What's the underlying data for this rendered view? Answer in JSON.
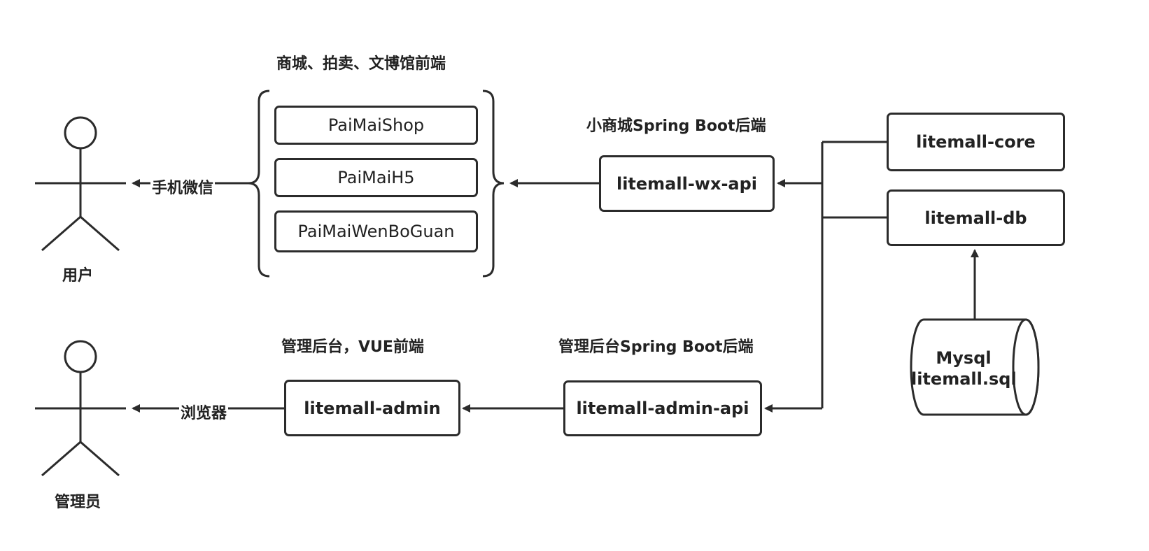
{
  "actors": {
    "user": "用户",
    "admin": "管理员"
  },
  "group_titles": {
    "frontends": "商城、拍卖、文博馆前端",
    "wx_backend": "小商城Spring Boot后端",
    "admin_frontend": "管理后台，VUE前端",
    "admin_backend": "管理后台Spring Boot后端"
  },
  "frontend_apps": [
    "PaiMaiShop",
    "PaiMaiH5",
    "PaiMaiWenBoGuan"
  ],
  "modules": {
    "wx_api": "litemall-wx-api",
    "admin": "litemall-admin",
    "admin_api": "litemall-admin-api",
    "core": "litemall-core",
    "db": "litemall-db"
  },
  "database": {
    "line1": "Mysql",
    "line2": "litemall.sql"
  },
  "edge_labels": {
    "mobile": "手机微信",
    "browser": "浏览器"
  },
  "colors": {
    "stroke": "#2b2b2b",
    "background": "#ffffff"
  }
}
